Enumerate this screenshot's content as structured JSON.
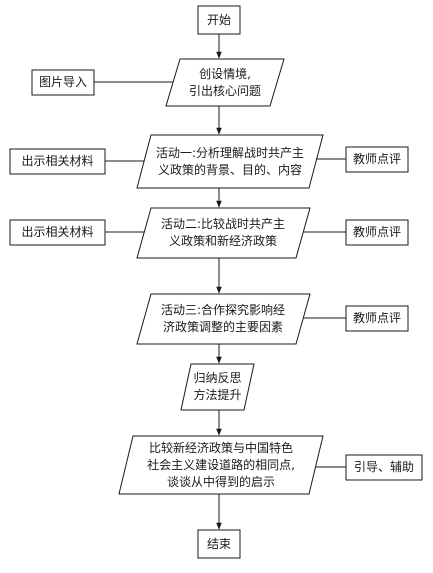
{
  "diagram": {
    "start": "开始",
    "step1": "创设情境,\n引出核心问题",
    "step2": "活动一:分析理解战时共产主\n义政策的背景、目的、内容",
    "step3": "活动二:比较战时共产主\n义政策和新经济政策",
    "step4": "活动三:合作探究影响经\n济政策调整的主要因素",
    "step5": "归纳反思\n方法提升",
    "step6": "比较新经济政策与中国特色\n社会主义建设道路的相同点,\n谈谈从中得到的启示",
    "end": "结束",
    "left1": "图片导入",
    "left2": "出示相关材料",
    "left3": "出示相关材料",
    "right1": "教师点评",
    "right2": "教师点评",
    "right3": "教师点评",
    "right4": "引导、辅助"
  }
}
